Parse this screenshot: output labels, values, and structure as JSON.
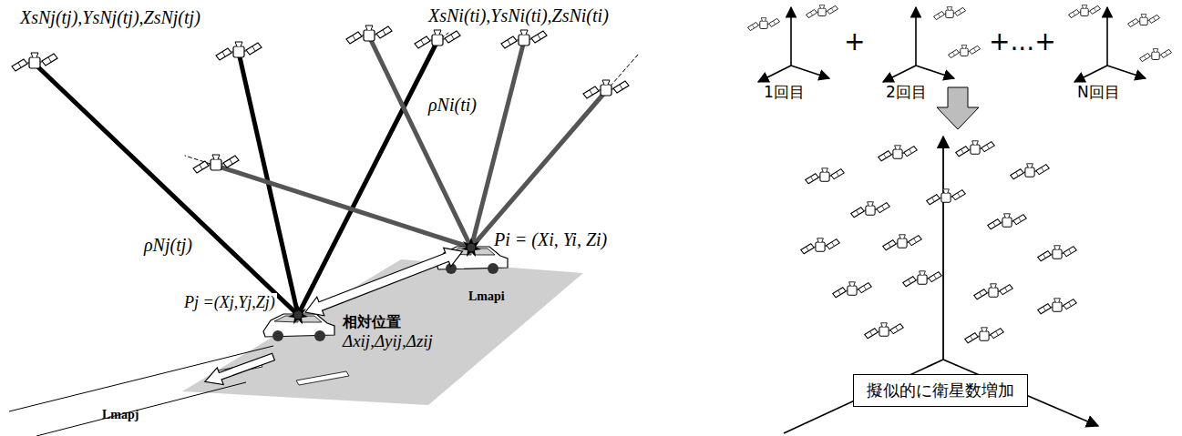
{
  "diagram": {
    "nodes": [
      {
        "text": [
          "擬似的に衛星数増加"
        ]
      }
    ],
    "labels": [
      "XsNj(tj),YsNj(tj),ZsNj(tj)",
      "XsNi(ti),YsNi(ti),ZsNi(ti)",
      "ρNi(ti)",
      "ρNj(tj)",
      "Pi = (Xi, Yi, Zi)",
      "Pj =(Xj,Yj,Zj)",
      "相対位置",
      "Δxij,Δyij,Δzij",
      "Lmapi",
      "Lmapj",
      "1回目",
      "2回目",
      "N回目",
      "+",
      "+...+"
    ]
  }
}
